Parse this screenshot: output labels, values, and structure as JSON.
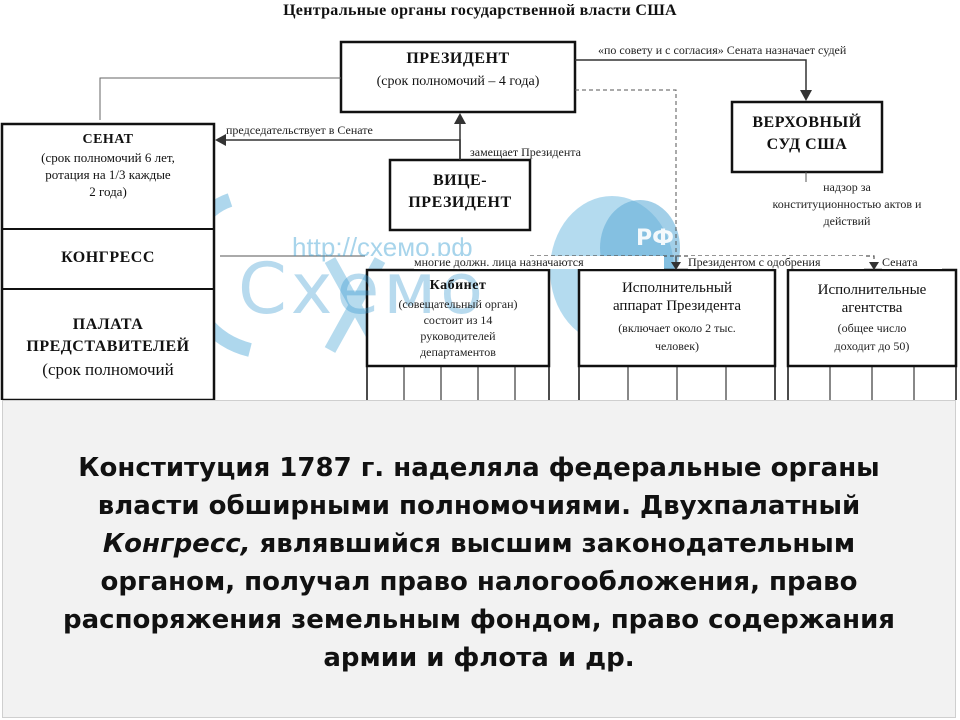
{
  "diagram": {
    "title": "Центральные органы государственной власти США",
    "president": {
      "title": "ПРЕЗИДЕНТ",
      "term": "(срок полномочий – 4 года)"
    },
    "supreme_court": {
      "line1": "ВЕРХОВНЫЙ",
      "line2": "СУД США"
    },
    "senate": {
      "title": "СЕНАТ",
      "line1": "(срок полномочий 6 лет,",
      "line2": "ротация на 1/3 каждые",
      "line3": "2 года)"
    },
    "congress": "КОНГРЕСС",
    "house": {
      "line1": "ПАЛАТА",
      "line2": "ПРЕДСТАВИТЕЛЕЙ",
      "line3": "(срок полномочий"
    },
    "vice_president": {
      "line1": "ВИЦЕ-",
      "line2": "ПРЕЗИДЕНТ"
    },
    "cabinet": {
      "title": "Кабинет",
      "line1": "(совещательный орган)",
      "line2": "состоит из 14",
      "line3": "руководителей",
      "line4": "департаментов"
    },
    "exec_office": {
      "line1": "Исполнительный",
      "line2": "аппарат Президента",
      "line3": "(включает около 2 тыс.",
      "line4": "человек)"
    },
    "agencies": {
      "line1": "Исполнительные",
      "line2": "агентства",
      "line3": "(общее число",
      "line4": "доходит до 50)"
    },
    "edges": {
      "advice_consent": "«по совету и с согласия» Сената назначает судей",
      "presides_senate": "председательствует в Сенате",
      "replaces_president": "замещает Президента",
      "oversight1": "надзор за",
      "oversight2": "конституционностью актов и",
      "oversight3": "действий",
      "appoints_officials": "многие должн. лица назначаются",
      "with_approval": "Президентом с одобрения",
      "senate_word": "Сената"
    },
    "watermark": {
      "url": "http://схемо.рф",
      "logo": "Схемо",
      "badge": "РФ"
    }
  },
  "caption": {
    "part1": "Конституция 1787 г. наделяла федеральные органы власти обширными полномочиями. Двухпалатный ",
    "congress_word": "Конгресс,",
    "part2": " являвшийся высшим законодательным органом, получал право налогообложения, право распоряжения земельным фондом, право содержания армии и флота и др."
  }
}
